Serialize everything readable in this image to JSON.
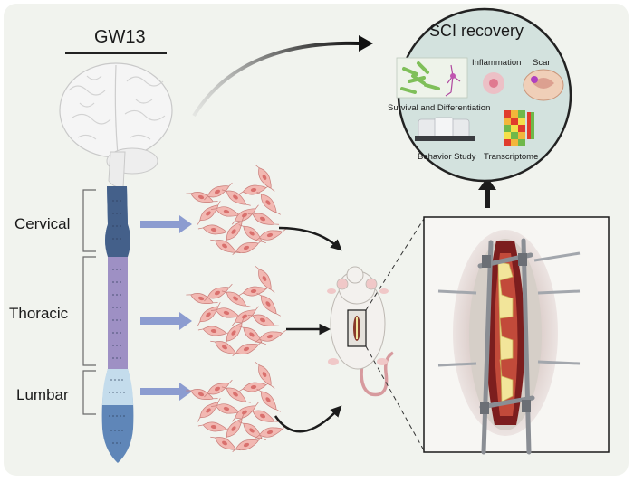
{
  "stage_label": "GW13",
  "segments": {
    "cervical": "Cervical",
    "thoracic": "Thoracic",
    "lumbar": "Lumbar"
  },
  "outcome": {
    "title": "SCI recovery",
    "items": {
      "inflammation": "Inflammation",
      "scar": "Scar",
      "survival": "Survival and Differentiation",
      "behavior": "Behavior Study",
      "transcriptome": "Transcriptome"
    }
  },
  "colors": {
    "cervical": "#44608a",
    "thoracic": "#9e90c4",
    "lumbar_upper": "#c4dcec",
    "lumbar_lower": "#5f86b8",
    "cells": "#f2b8b2",
    "outcome_circle": "#d3e2de",
    "arrow_blue": "#8c9cd0"
  }
}
